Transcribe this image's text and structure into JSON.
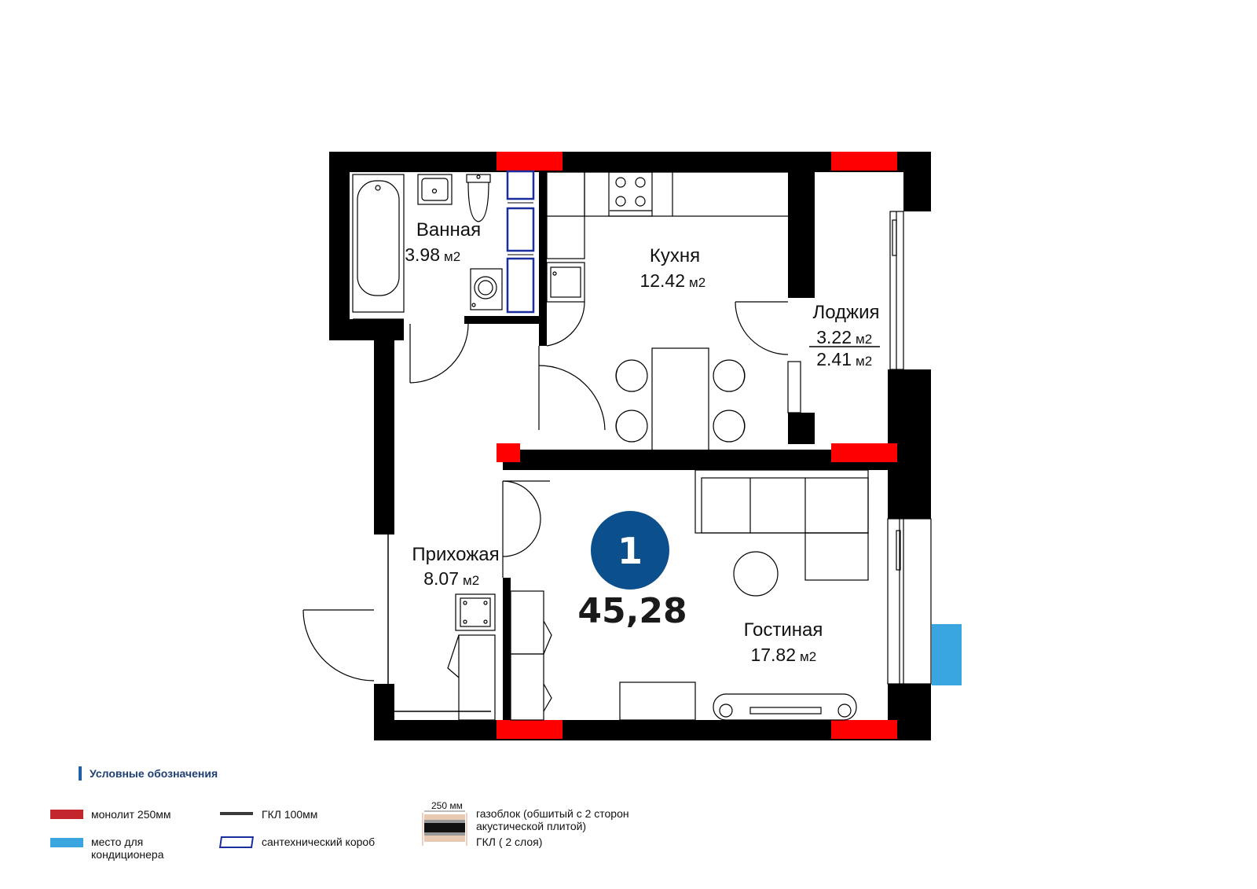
{
  "apartment": {
    "rooms_count": "1",
    "total_area": "45,28"
  },
  "rooms": [
    {
      "name": "Ванная",
      "area": "3.98",
      "unit": "м2"
    },
    {
      "name": "Кухня",
      "area": "12.42",
      "unit": "м2"
    },
    {
      "name": "Лоджия",
      "area": "3.22",
      "area2": "2.41",
      "unit": "м2"
    },
    {
      "name": "Прихожая",
      "area": "8.07",
      "unit": "м2"
    },
    {
      "name": "Гостиная",
      "area": "17.82",
      "unit": "м2"
    }
  ],
  "legend": {
    "title": "Условные обозначения",
    "items": {
      "monolith": "монолит 250мм",
      "gkl100": "ГКЛ 100мм",
      "ac_place": "место для кондиционера",
      "plumbing_box": "сантехнический короб",
      "gasblock_dim": "250 мм",
      "gasblock": "газоблок (обшитый с 2 сторон акустической плитой)",
      "gkl2": "ГКЛ ( 2 слоя)"
    }
  },
  "colors": {
    "wall": "#000000",
    "monolith": "#ff0000",
    "monolith_legend": "#c4262e",
    "ac": "#3aa6e0",
    "plumbing": "#1a2d9c",
    "badge": "#0b4f8c"
  }
}
